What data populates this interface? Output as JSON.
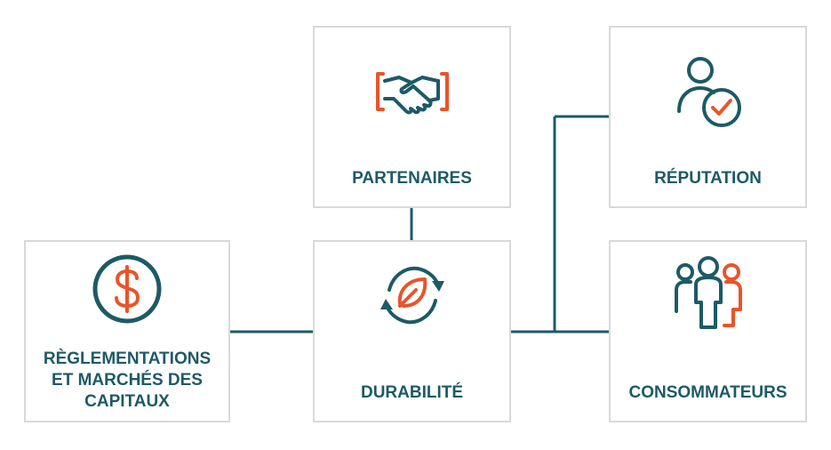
{
  "nodes": {
    "partenaires": {
      "label": "PARTENAIRES",
      "icon": "handshake-icon"
    },
    "reputation": {
      "label": "RÉPUTATION",
      "icon": "person-check-icon"
    },
    "reglementations": {
      "label_lines": [
        "RÈGLEMENTATIONS",
        "ET MARCHÉS DES",
        "CAPITAUX"
      ],
      "icon": "dollar-circle-icon"
    },
    "durabilite": {
      "label": "DURABILITÉ",
      "icon": "recycle-leaf-icon"
    },
    "consommateurs": {
      "label": "CONSOMMATEURS",
      "icon": "people-group-icon"
    }
  },
  "colors": {
    "teal": "#1d5a66",
    "orange": "#e8552a",
    "border": "#d9d9d9"
  }
}
